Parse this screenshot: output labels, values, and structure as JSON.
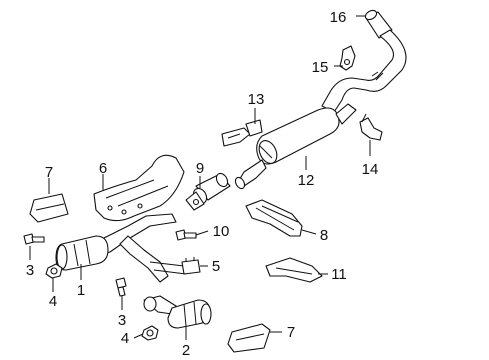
{
  "diagram": {
    "callouts": [
      {
        "id": "c1",
        "text": "1"
      },
      {
        "id": "c2",
        "text": "2"
      },
      {
        "id": "c3a",
        "text": "3"
      },
      {
        "id": "c3b",
        "text": "3"
      },
      {
        "id": "c4a",
        "text": "4"
      },
      {
        "id": "c4b",
        "text": "4"
      },
      {
        "id": "c5",
        "text": "5"
      },
      {
        "id": "c6",
        "text": "6"
      },
      {
        "id": "c7a",
        "text": "7"
      },
      {
        "id": "c7b",
        "text": "7"
      },
      {
        "id": "c8",
        "text": "8"
      },
      {
        "id": "c9",
        "text": "9"
      },
      {
        "id": "c10",
        "text": "10"
      },
      {
        "id": "c11",
        "text": "11"
      },
      {
        "id": "c12",
        "text": "12"
      },
      {
        "id": "c13",
        "text": "13"
      },
      {
        "id": "c14",
        "text": "14"
      },
      {
        "id": "c15",
        "text": "15"
      },
      {
        "id": "c16",
        "text": "16"
      }
    ]
  }
}
